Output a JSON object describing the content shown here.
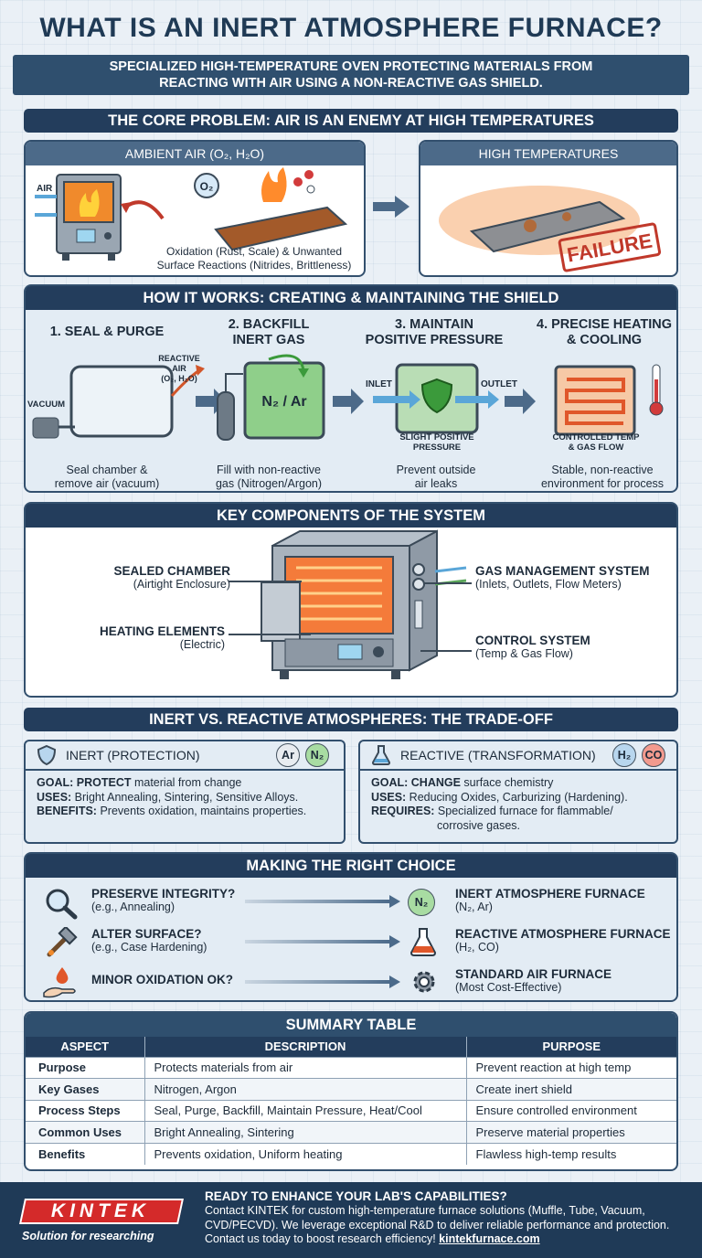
{
  "title": "WHAT IS AN INERT ATMOSPHERE FURNACE?",
  "subtitle": [
    "SPECIALIZED HIGH-TEMPERATURE OVEN PROTECTING MATERIALS FROM",
    "REACTING WITH AIR USING A NON-REACTIVE GAS SHIELD."
  ],
  "core_problem": {
    "heading": "THE CORE PROBLEM: AIR IS AN ENEMY AT HIGH TEMPERATURES",
    "ambient_title": "AMBIENT AIR (O₂, H₂O)",
    "air_label": "AIR",
    "o2_label": "O₂",
    "caption": [
      "Oxidation (Rust, Scale) & Unwanted",
      "Surface Reactions (Nitrides, Brittleness)"
    ],
    "hightemp_title": "HIGH TEMPERATURES",
    "failure_label": "FAILURE"
  },
  "how_it_works": {
    "heading": "HOW IT WORKS: CREATING & MAINTAINING THE SHIELD",
    "steps": [
      {
        "title": [
          "1. SEAL & PURGE"
        ],
        "caption": [
          "Seal chamber &",
          "remove air (vacuum)"
        ]
      },
      {
        "title": [
          "2. BACKFILL",
          "INERT GAS"
        ],
        "caption": [
          "Fill with non-reactive",
          "gas (Nitrogen/Argon)"
        ]
      },
      {
        "title": [
          "3. MAINTAIN",
          "POSITIVE PRESSURE"
        ],
        "caption": [
          "Prevent outside",
          "air leaks"
        ]
      },
      {
        "title": [
          "4. PRECISE HEATING",
          "& COOLING"
        ],
        "caption": [
          "Stable, non-reactive",
          "environment for process"
        ]
      }
    ],
    "vacuum_label": "VACUUM",
    "reactive_air_label": [
      "REACTIVE",
      "AIR",
      "(O₂, H₂O)"
    ],
    "gas_label": "N₂ / Ar",
    "inlet_label": "INLET",
    "outlet_label": "OUTLET",
    "pressure_label": [
      "SLIGHT POSITIVE",
      "PRESSURE"
    ],
    "control_label": [
      "CONTROLLED TEMP",
      "& GAS FLOW"
    ]
  },
  "components": {
    "heading": "KEY COMPONENTS OF THE SYSTEM",
    "items": [
      {
        "name": "SEALED CHAMBER",
        "sub": "(Airtight Enclosure)"
      },
      {
        "name": "HEATING ELEMENTS",
        "sub": "(Electric)"
      },
      {
        "name": "GAS MANAGEMENT SYSTEM",
        "sub": "(Inlets, Outlets, Flow Meters)"
      },
      {
        "name": "CONTROL SYSTEM",
        "sub": "(Temp & Gas Flow)"
      }
    ]
  },
  "tradeoff": {
    "heading": "INERT VS. REACTIVE ATMOSPHERES: THE TRADE-OFF",
    "inert": {
      "title": "INERT (PROTECTION)",
      "chips": [
        "Ar",
        "N₂"
      ],
      "goal_key": "GOAL:",
      "goal_strong": "PROTECT",
      "goal_rest": " material from change",
      "uses_key": "USES:",
      "uses_val": " Bright Annealing, Sintering, Sensitive Alloys.",
      "benefits_key": "BENEFITS:",
      "benefits_val": " Prevents oxidation, maintains properties."
    },
    "reactive": {
      "title": "REACTIVE (TRANSFORMATION)",
      "chips": [
        "H₂",
        "CO"
      ],
      "goal_key": "GOAL:",
      "goal_strong": "CHANGE",
      "goal_rest": " surface chemistry",
      "uses_key": "USES:",
      "uses_val": " Reducing Oxides, Carburizing (Hardening).",
      "requires_key": "REQUIRES:",
      "requires_val": " Specialized furnace for flammable/",
      "requires_val2": "corrosive gases."
    }
  },
  "choice": {
    "heading": "MAKING THE RIGHT CHOICE",
    "rows": [
      {
        "q": "PRESERVE INTEGRITY?",
        "q_sub": "(e.g., Annealing)",
        "a": "INERT ATMOSPHERE FURNACE",
        "a_sub": "(N₂, Ar)",
        "badge": "N₂"
      },
      {
        "q": "ALTER SURFACE?",
        "q_sub": "(e.g., Case Hardening)",
        "a": "REACTIVE ATMOSPHERE FURNACE",
        "a_sub": "(H₂, CO)",
        "badge": ""
      },
      {
        "q": "MINOR OXIDATION OK?",
        "q_sub": "",
        "a": "STANDARD AIR FURNACE",
        "a_sub": "(Most Cost-Effective)",
        "badge": ""
      }
    ]
  },
  "summary": {
    "heading": "SUMMARY TABLE",
    "columns": [
      "ASPECT",
      "DESCRIPTION",
      "PURPOSE"
    ],
    "rows": [
      [
        "Purpose",
        "Protects materials from air",
        "Prevent reaction at high temp"
      ],
      [
        "Key Gases",
        "Nitrogen, Argon",
        "Create inert shield"
      ],
      [
        "Process Steps",
        "Seal, Purge, Backfill, Maintain Pressure, Heat/Cool",
        "Ensure controlled environment"
      ],
      [
        "Common Uses",
        "Bright Annealing, Sintering",
        "Preserve material properties"
      ],
      [
        "Benefits",
        "Prevents oxidation, Uniform heating",
        "Flawless high-temp results"
      ]
    ]
  },
  "footer": {
    "logo": "KINTEK",
    "tagline": "Solution for researching",
    "cta_title": "READY TO ENHANCE YOUR LAB'S CAPABILITIES?",
    "cta_body": "Contact KINTEK for custom high-temperature furnace solutions (Muffle, Tube, Vacuum, CVD/PECVD). We leverage exceptional R&D to deliver reliable performance and protection. Contact us today to boost research efficiency!",
    "link": "kintekfurnace.com"
  },
  "colors": {
    "navy": "#233d5c",
    "accent_red": "#d42a2a",
    "green_gas": "#8fcf8a"
  }
}
